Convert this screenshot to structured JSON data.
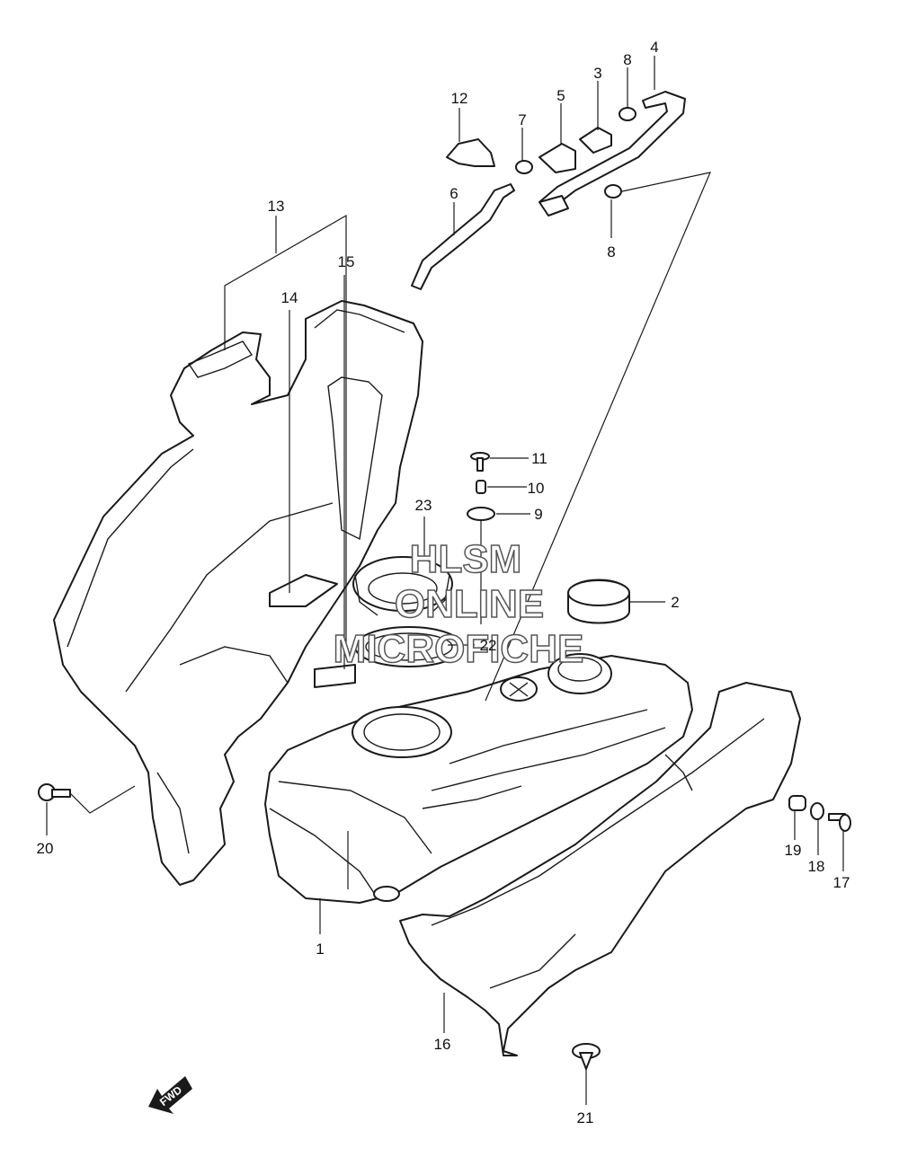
{
  "diagram": {
    "callouts": {
      "p1": "1",
      "p2": "2",
      "p3": "3",
      "p4": "4",
      "p5": "5",
      "p6": "6",
      "p7": "7",
      "p8a": "8",
      "p8b": "8",
      "p9": "9",
      "p10": "10",
      "p11": "11",
      "p12": "12",
      "p13": "13",
      "p14": "14",
      "p15": "15",
      "p16": "16",
      "p17": "17",
      "p18": "18",
      "p19": "19",
      "p20": "20",
      "p21": "21",
      "p22": "22",
      "p23": "23"
    },
    "watermark": {
      "line1": "HLSM",
      "line2": "ONLINE",
      "line3": "MICROFICHE"
    },
    "fwd_label": "FWD"
  }
}
